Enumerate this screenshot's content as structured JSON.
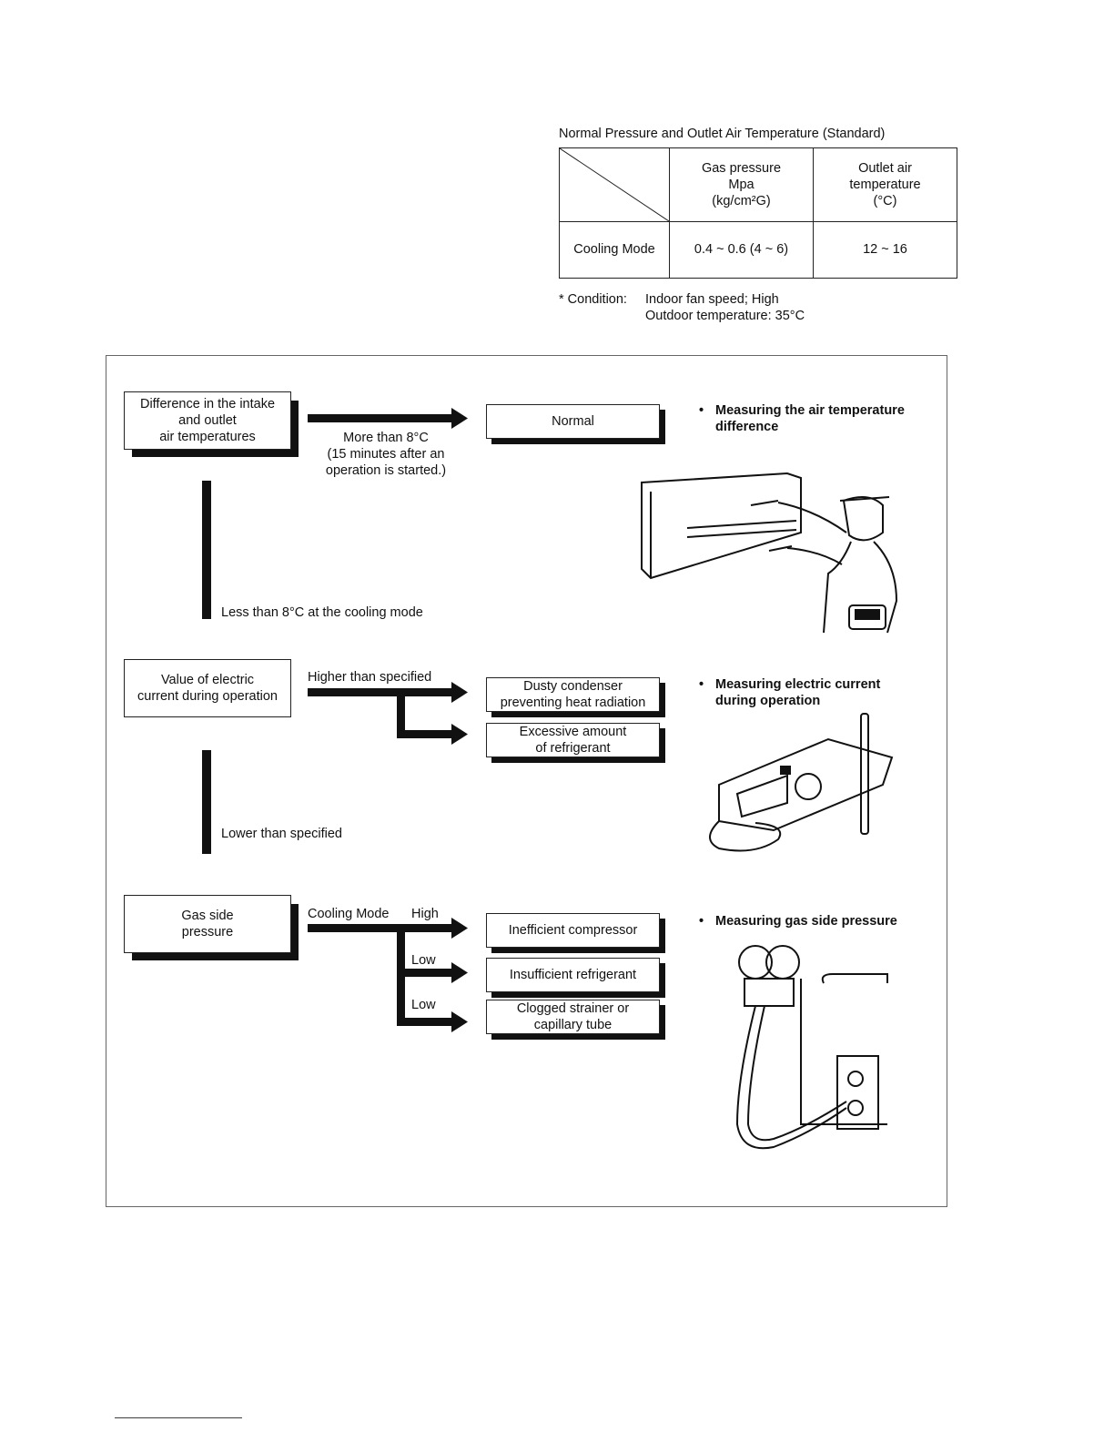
{
  "table": {
    "title": "Normal Pressure and Outlet Air Temperature (Standard)",
    "headers": {
      "gas_pressure": [
        "Gas pressure",
        "Mpa",
        "(kg/cm²G)"
      ],
      "outlet_temp": [
        "Outlet air",
        "temperature",
        "(°C)"
      ]
    },
    "rows": [
      {
        "mode": "Cooling Mode",
        "gas_pressure": "0.4 ~ 0.6 (4 ~ 6)",
        "outlet_temp": "12 ~ 16"
      }
    ]
  },
  "condition": {
    "label": "* Condition:",
    "line1": "Indoor fan speed; High",
    "line2": "Outdoor temperature: 35°C"
  },
  "flow": {
    "step1": {
      "box": [
        "Difference in the intake",
        "and outlet",
        "air temperatures"
      ],
      "arrow_label": [
        "More than 8°C",
        "(15 minutes after an",
        "operation is started.)"
      ],
      "result": "Normal",
      "down_label": "Less than 8°C at the cooling mode",
      "note": [
        "Measuring the air temperature",
        "difference"
      ]
    },
    "step2": {
      "box": [
        "Value of electric",
        "current during operation"
      ],
      "arrow_label": "Higher than specified",
      "result1": [
        "Dusty condenser",
        "preventing heat radiation"
      ],
      "result2": [
        "Excessive amount",
        "of refrigerant"
      ],
      "down_label": "Lower than specified",
      "note": [
        "Measuring electric current",
        "during operation"
      ]
    },
    "step3": {
      "box": [
        "Gas side",
        "pressure"
      ],
      "mode_label": "Cooling Mode",
      "high_label": "High",
      "low_label1": "Low",
      "low_label2": "Low",
      "result1": "Inefficient compressor",
      "result2": "Insufficient refrigerant",
      "result3": [
        "Clogged strainer or",
        "capillary tube"
      ],
      "note": [
        "Measuring gas side pressure"
      ]
    }
  },
  "icons": {
    "ac_unit": "air-conditioner-technician-illustration",
    "clamp_meter": "clamp-meter-illustration",
    "gauge": "manifold-gauge-illustration"
  }
}
